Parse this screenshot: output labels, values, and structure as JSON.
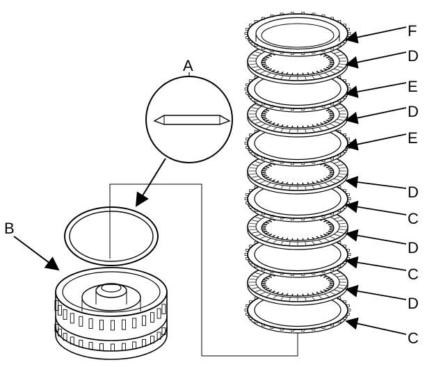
{
  "labels": {
    "A": "A",
    "B": "B",
    "C": "C",
    "D": "D",
    "E": "E",
    "F": "F"
  },
  "plate_stack": [
    "F",
    "D",
    "E",
    "D",
    "E",
    "D",
    "C",
    "D",
    "C",
    "D",
    "C"
  ]
}
